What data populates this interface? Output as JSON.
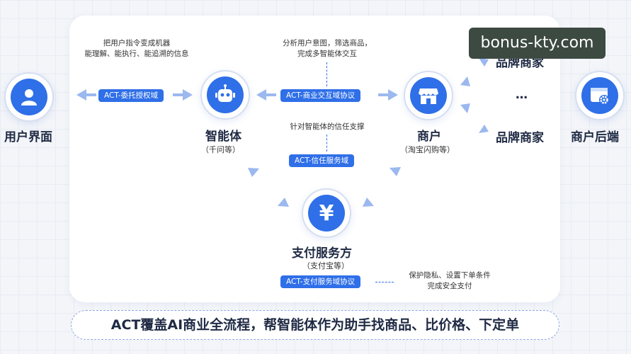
{
  "nodes": {
    "user": {
      "label": "用户界面"
    },
    "agent": {
      "label": "智能体",
      "sub": "（千问等）"
    },
    "merchant": {
      "label": "商户",
      "sub": "（淘宝闪购等）"
    },
    "payment": {
      "label": "支付服务方",
      "sub": "（支付宝等）"
    },
    "backend": {
      "label": "商户后端"
    },
    "brand_top": {
      "label": "品牌商家"
    },
    "brand_ellipsis": {
      "label": "…"
    },
    "brand_bottom": {
      "label": "品牌商家"
    }
  },
  "notes": {
    "user_agent": [
      "把用户指令变成机器",
      "能理解、能执行、能追溯的信息"
    ],
    "agent_merchant": [
      "分析用户意图，筛选商品，",
      "完成多智能体交互"
    ],
    "trust": [
      "针对智能体的信任支撑"
    ],
    "payment": [
      "保护隐私、设置下单条件",
      "完成安全支付"
    ]
  },
  "tags": {
    "delegation": "ACT-委托授权域",
    "commerce": "ACT-商业交互域协议",
    "trust": "ACT-信任服务域",
    "payment": "ACT-支付服务域协议"
  },
  "footer": "ACT覆盖AI商业全流程，帮智能体作为助手找商品、比价格、下定单",
  "watermark": "bonus-kty.com",
  "colors": {
    "accent": "#2f6fe8",
    "arrow": "#8fb0ee"
  }
}
